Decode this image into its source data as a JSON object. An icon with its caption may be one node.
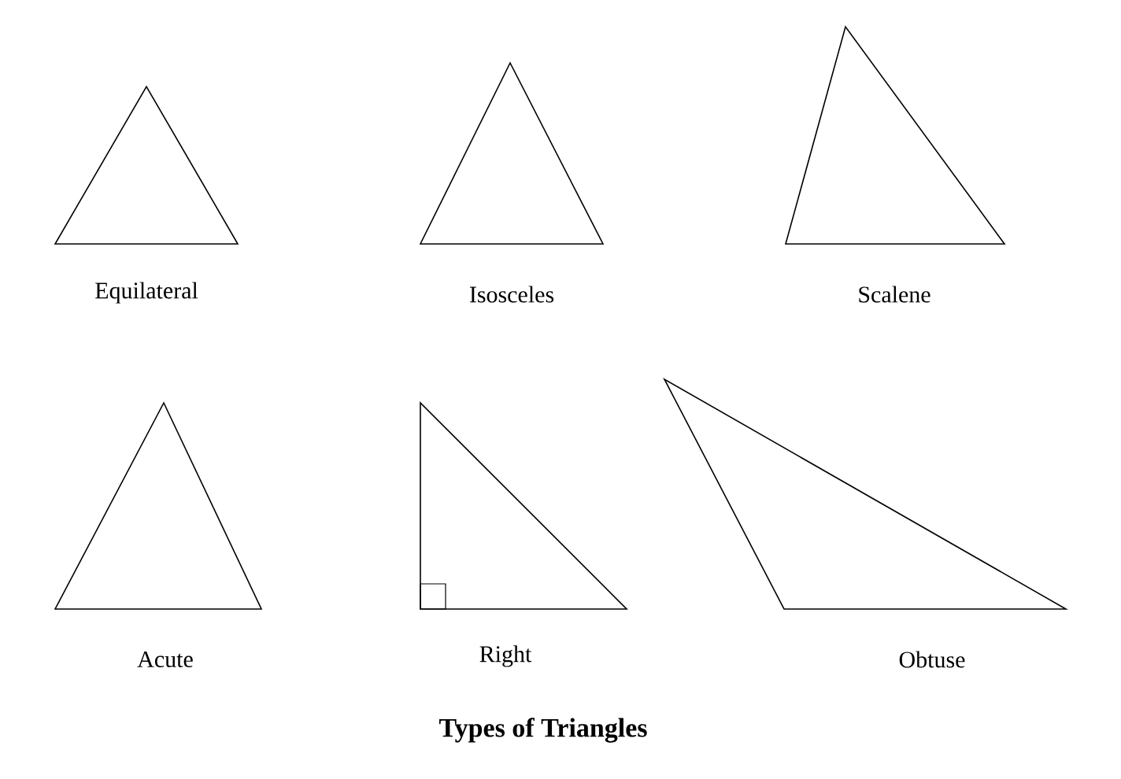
{
  "diagram": {
    "title": "Types of Triangles",
    "nodes": [
      {
        "text": [
          "Equilateral"
        ]
      },
      {
        "text": [
          "Isosceles"
        ]
      },
      {
        "text": [
          "Scalene"
        ]
      },
      {
        "text": [
          "Acute"
        ]
      },
      {
        "text": [
          "Right"
        ]
      },
      {
        "text": [
          "Obtuse"
        ]
      }
    ]
  }
}
